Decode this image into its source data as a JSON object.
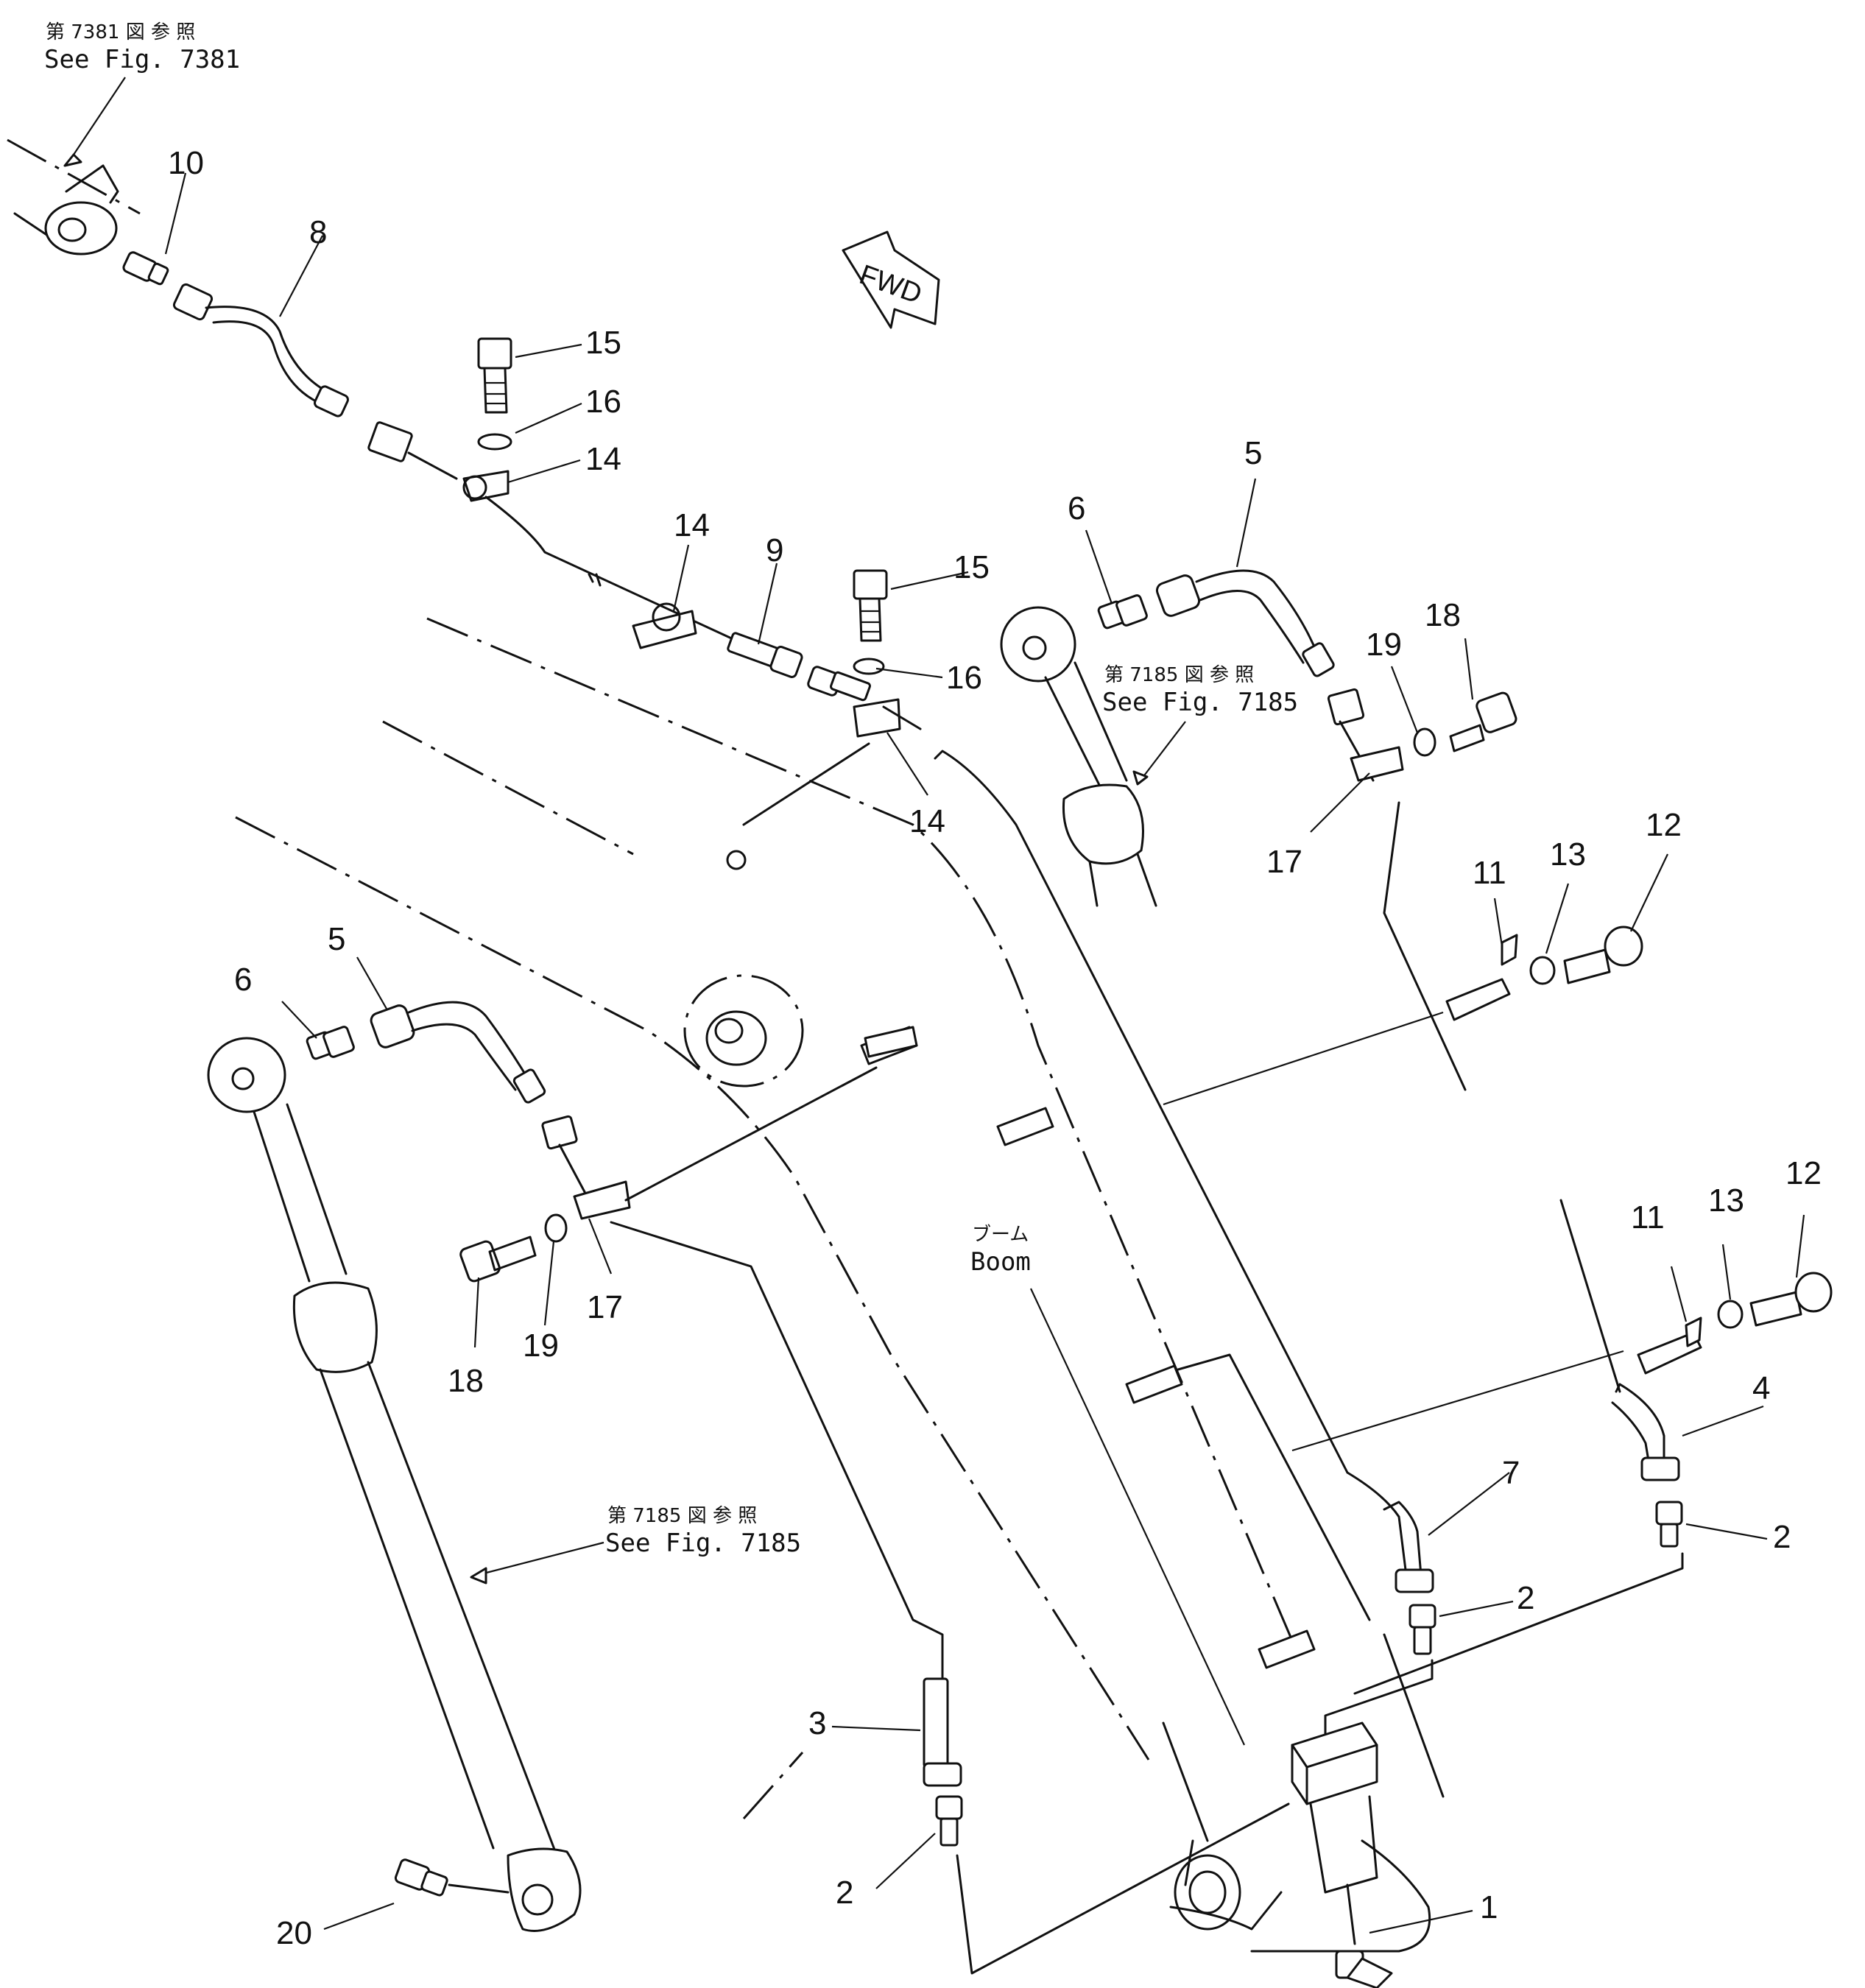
{
  "references": {
    "fig7381_jp": "第 7381 図 参 照",
    "fig7381_en": "See Fig. 7381",
    "fig7185_upper_jp": "第 7185 図 参 照",
    "fig7185_upper_en": "See Fig. 7185",
    "fig7185_lower_jp": "第 7185 図 参 照",
    "fig7185_lower_en": "See Fig. 7185"
  },
  "boom_label_jp": "ブーム",
  "boom_label_en": "Boom",
  "fwd_label": "FWD",
  "callouts": [
    {
      "id": "c10",
      "text": "10"
    },
    {
      "id": "c8",
      "text": "8"
    },
    {
      "id": "c15a",
      "text": "15"
    },
    {
      "id": "c16a",
      "text": "16"
    },
    {
      "id": "c14a",
      "text": "14"
    },
    {
      "id": "c14b",
      "text": "14"
    },
    {
      "id": "c9",
      "text": "9"
    },
    {
      "id": "c15b",
      "text": "15"
    },
    {
      "id": "c16b",
      "text": "16"
    },
    {
      "id": "c14c",
      "text": "14"
    },
    {
      "id": "c6a",
      "text": "6"
    },
    {
      "id": "c5a",
      "text": "5"
    },
    {
      "id": "c19a",
      "text": "19"
    },
    {
      "id": "c18a",
      "text": "18"
    },
    {
      "id": "c17a",
      "text": "17"
    },
    {
      "id": "c11a",
      "text": "11"
    },
    {
      "id": "c13a",
      "text": "13"
    },
    {
      "id": "c12a",
      "text": "12"
    },
    {
      "id": "c6b",
      "text": "6"
    },
    {
      "id": "c5b",
      "text": "5"
    },
    {
      "id": "c18b",
      "text": "18"
    },
    {
      "id": "c19b",
      "text": "19"
    },
    {
      "id": "c17b",
      "text": "17"
    },
    {
      "id": "c11b",
      "text": "11"
    },
    {
      "id": "c13b",
      "text": "13"
    },
    {
      "id": "c12b",
      "text": "12"
    },
    {
      "id": "c4",
      "text": "4"
    },
    {
      "id": "c7",
      "text": "7"
    },
    {
      "id": "c2a",
      "text": "2"
    },
    {
      "id": "c2b",
      "text": "2"
    },
    {
      "id": "c3",
      "text": "3"
    },
    {
      "id": "c2c",
      "text": "2"
    },
    {
      "id": "c20",
      "text": "20"
    },
    {
      "id": "c1",
      "text": "1"
    }
  ]
}
